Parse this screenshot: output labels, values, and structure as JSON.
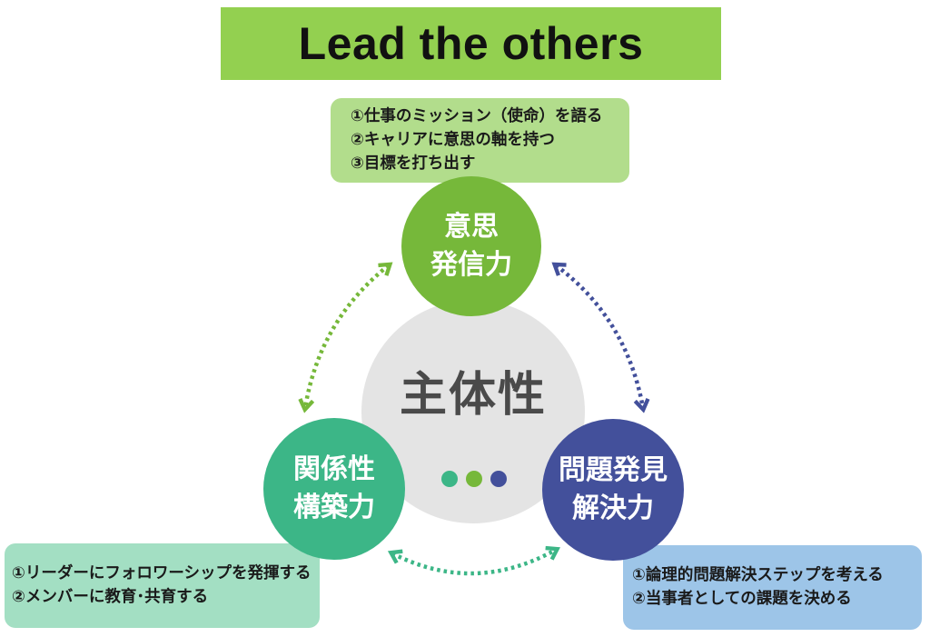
{
  "title": "Lead the others",
  "center": {
    "label": "主体性"
  },
  "nodes": {
    "top": {
      "line1": "意思",
      "line2": "発信力",
      "items": [
        "①仕事のミッション（使命）を語る",
        "②キャリアに意思の軸を持つ",
        "③目標を打ち出す"
      ]
    },
    "left": {
      "line1": "関係性",
      "line2": "構築力",
      "items": [
        "①リーダーにフォロワーシップを発揮する",
        "②メンバーに教育･共育する"
      ]
    },
    "right": {
      "line1": "問題発見",
      "line2": "解決力",
      "items": [
        "①論理的問題解決ステップを考える",
        "②当事者としての課題を決める"
      ]
    }
  },
  "colors": {
    "banner": "#93d050",
    "top_node": "#76b83a",
    "left_node": "#3cb687",
    "right_node": "#43509b",
    "center": "#e4e4e4",
    "arrow_top_left": "#76b83a",
    "arrow_top_right": "#43509b",
    "arrow_bottom": "#3cb687"
  }
}
